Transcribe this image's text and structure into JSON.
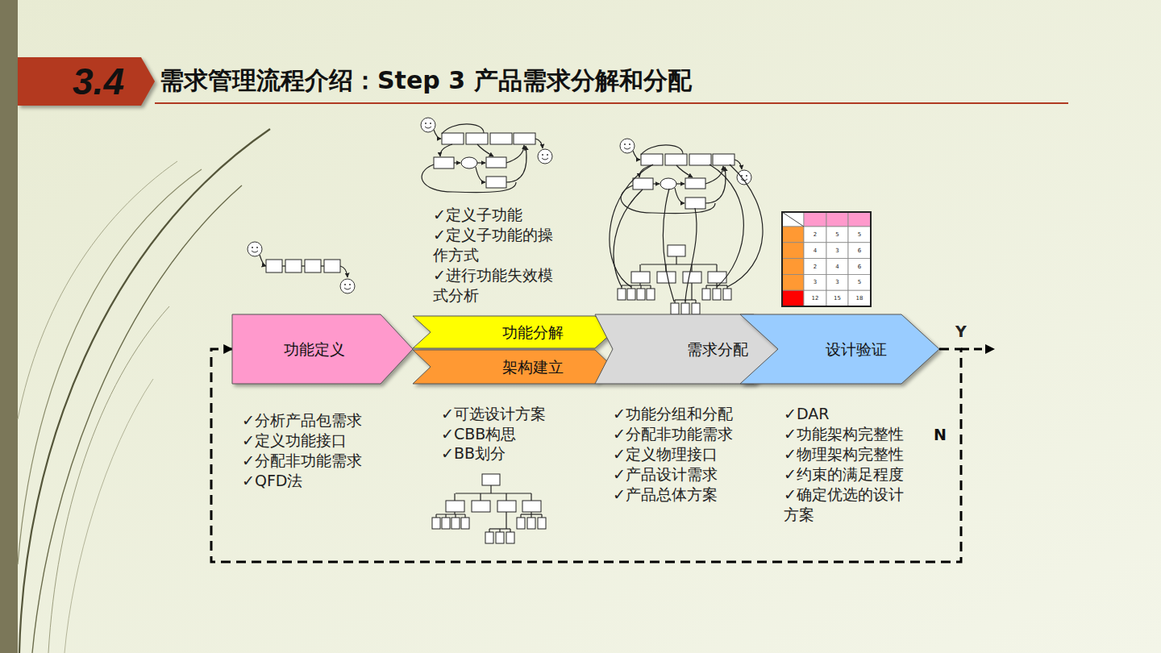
{
  "diagram": {
    "title": "需求管理流程介绍：Step 3 产品需求分解和分配",
    "nodes": [
      {
        "text": [
          "3.4"
        ]
      },
      {
        "text": [
          "功能定义"
        ]
      },
      {
        "text": [
          "功能分解"
        ]
      },
      {
        "text": [
          "架构建立"
        ]
      },
      {
        "text": [
          "需求分配"
        ]
      },
      {
        "text": [
          "设计验证"
        ]
      }
    ],
    "edges": [
      {
        "from": 5,
        "to": 1,
        "arrow": "to",
        "label": "N"
      }
    ],
    "labels": [
      "✓定义子功能",
      "✓定义子功能的操作方式",
      "✓进行功能失效模式分析",
      "2",
      "5",
      "5",
      "4",
      "3",
      "6",
      "2",
      "4",
      "6",
      "3",
      "3",
      "5",
      "12",
      "15",
      "18",
      "Y",
      "✓分析产品包需求",
      "✓定义功能接口",
      "✓分配非功能需求",
      "✓QFD法",
      "✓可选设计方案",
      "✓CBB构思",
      "✓BB划分",
      "✓功能分组和分配",
      "✓分配非功能需求",
      "✓定义物理接口",
      "✓产品设计需求",
      "✓产品总体方案",
      "✓DAR",
      "✓功能架构完整性",
      "✓物理架构完整性",
      "✓约束的满足程度",
      "✓确定优选的设计方案"
    ]
  }
}
